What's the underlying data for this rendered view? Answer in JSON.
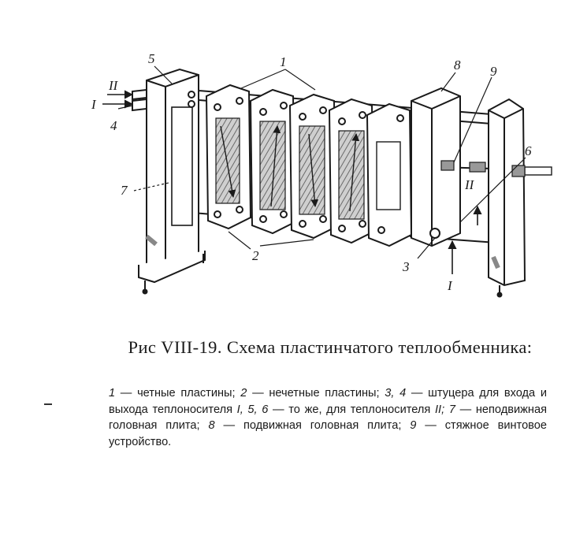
{
  "figure": {
    "labels": {
      "n1": "1",
      "n2": "2",
      "n3": "3",
      "n4": "4",
      "n5": "5",
      "n6": "6",
      "n7": "7",
      "n8": "8",
      "n9": "9",
      "flow_I_in": "I",
      "flow_II_in": "II",
      "flow_I_out": "I",
      "flow_II_out": "II"
    }
  },
  "caption": {
    "title": "Рис  VIII-19. Схема пластинчатого теплообменника:",
    "legend": [
      {
        "num": "1",
        "text": " — четные пластины; "
      },
      {
        "num": "2",
        "text": " — нечетные пластины; "
      },
      {
        "num": "3, 4",
        "text": " — штуцера для входа и выхода теплоносителя "
      },
      {
        "num": "I, 5, 6",
        "text": " — то же, для теплоносителя "
      },
      {
        "num": "II;",
        "text": " "
      },
      {
        "num": "7",
        "text": " — неподвижная головная плита; "
      },
      {
        "num": "8",
        "text": " — подвижная головная плита; "
      },
      {
        "num": "9",
        "text": " — стяжное винтовое устройство."
      }
    ]
  }
}
